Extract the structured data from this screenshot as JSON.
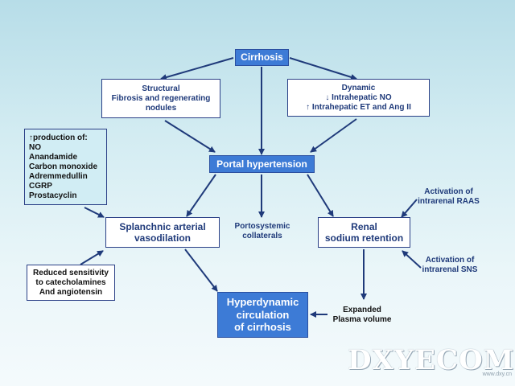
{
  "colors": {
    "arrow": "#1f3a7a",
    "box_border": "#2a3f86",
    "highlight_fill": "#3d7bd6",
    "light_fill": "#d1edf4",
    "text_dark_blue": "#1f3a7a"
  },
  "diagram": {
    "cirrhosis": "Cirrhosis",
    "structural": [
      "Structural",
      "Fibrosis and regenerating",
      "nodules"
    ],
    "dynamic": [
      "Dynamic",
      "↓ Intrahepatic NO",
      "↑ Intrahepatic ET and Ang II"
    ],
    "portal_hypertension": "Portal hypertension",
    "production": [
      "↑production of:",
      "NO",
      "Anandamide",
      "Carbon monoxide",
      "Adremmedullin",
      "CGRP",
      "Prostacyclin"
    ],
    "splanchnic": [
      "Splanchnic arterial",
      "vasodilation"
    ],
    "portosystemic": [
      "Portosystemic",
      "collaterals"
    ],
    "renal": [
      "Renal",
      "sodium retention"
    ],
    "raas": [
      "Activation of",
      "intrarenal RAAS"
    ],
    "sns": [
      "Activation of",
      "intrarenal SNS"
    ],
    "reduced": [
      "Reduced sensitivity",
      "to catecholamines",
      "And angiotensin"
    ],
    "hyperdynamic": [
      "Hyperdynamic",
      "circulation",
      "of cirrhosis"
    ],
    "expanded": [
      "Expanded",
      "Plasma volume"
    ]
  },
  "watermark": {
    "text": "DXYECOM",
    "url": "www.dxy.cn"
  }
}
